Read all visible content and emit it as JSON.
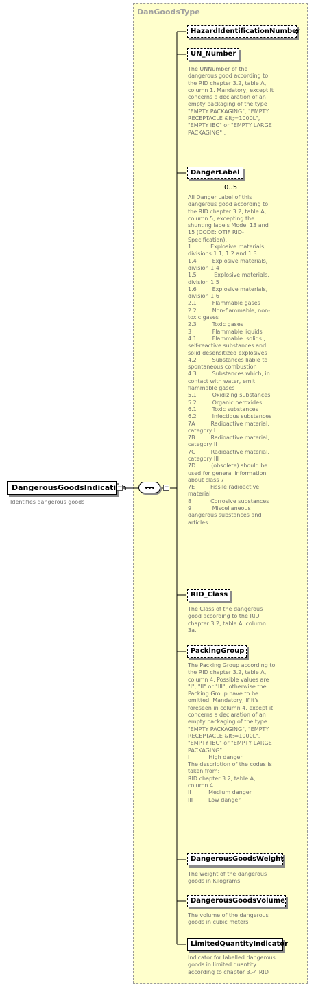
{
  "root": {
    "name": "DangerousGoodsIndication",
    "description": "Identifies dangerous goods"
  },
  "type_name": "DanGoodsType",
  "elements": [
    {
      "name": "HazardIdentificationNumber",
      "description": ""
    },
    {
      "name": "UN_Number",
      "description": "The UNNumber of the dangerous good according to the RID chapter 3.2, table A, column 1. Mandatory, except it concerns a declaration of an empty packaging of the type \"EMPTY PACKAGING\", \"EMPTY RECEPTACLE &lt;=1000L\", \"EMPTY IBC\" or \"EMPTY LARGE PACKAGING\" ."
    },
    {
      "name": "DangerLabel",
      "occurrence": "0..5",
      "description": "All Danger Label of this dangerous good according to the RID chapter 3.2, table A, column 5, excepting the shunting labels Model 13 and 15 (CODE: OTIF RID-Specification).\n1           Explosive materials, divisions 1.1, 1.2 and 1.3\n1.4         Explosive materials, division 1.4\n1.5          Explosive materials, division 1.5\n1.6         Explosive materials, division 1.6\n2.1         Flammable gases\n2.2         Non-flammable, non-toxic gases\n2.3         Toxic gases\n3            Flammable liquids\n4.1         Flammable  solids , self-reactive substances and solid desensitized explosives\n4.2         Substances liable to spontaneous combustion\n4.3         Substances which, in contact with water, emit flammable gases\n5.1         Oxidizing substances\n5.2         Organic peroxides\n6.1         Toxic substances\n6.2         Infectious substances\n7A         Radioactive material, category I\n7B         Radioactive material, category II\n7C         Radioactive material, category III\n7D         (obsolete) should be used for general information about class 7\n7E         Fissile radioactive material\n8           Corrosive substances\n9            Miscellaneous dangerous substances and articles\n                       ..."
    },
    {
      "name": "RID_Class",
      "description": "The Class of the dangerous good according to the RID chapter 3.2, table A, column 3a."
    },
    {
      "name": "PackingGroup",
      "description": "The Packing Group according to the RID chapter 3.2, table A, column 4. Possible values are \"I\", \"II\" or \"III\", otherwise the Packing Group have to be omitted. Mandatory, if it's foreseen in column 4, except it concerns a declaration of an empty packaging of the type \"EMPTY PACKAGING\", \"EMPTY RECEPTACLE &lt;=1000L\", \"EMPTY IBC\" or \"EMPTY LARGE PACKAGING\".\nI           High danger\nThe description of the codes is taken from:\nRID chapter 3.2, table A, column 4\nII          Medium danger\nIII         Low danger"
    },
    {
      "name": "DangerousGoodsWeight",
      "description": "The weight of the dangerous goods in Kilograms"
    },
    {
      "name": "DangerousGoodsVolume",
      "description": "The volume of the dangerous goods in cubic meters"
    },
    {
      "name": "LimitedQuantityIndicator",
      "description": "Indicator for labelled dangerous goods in limited quantity according to chapter 3.-4 RID"
    }
  ]
}
